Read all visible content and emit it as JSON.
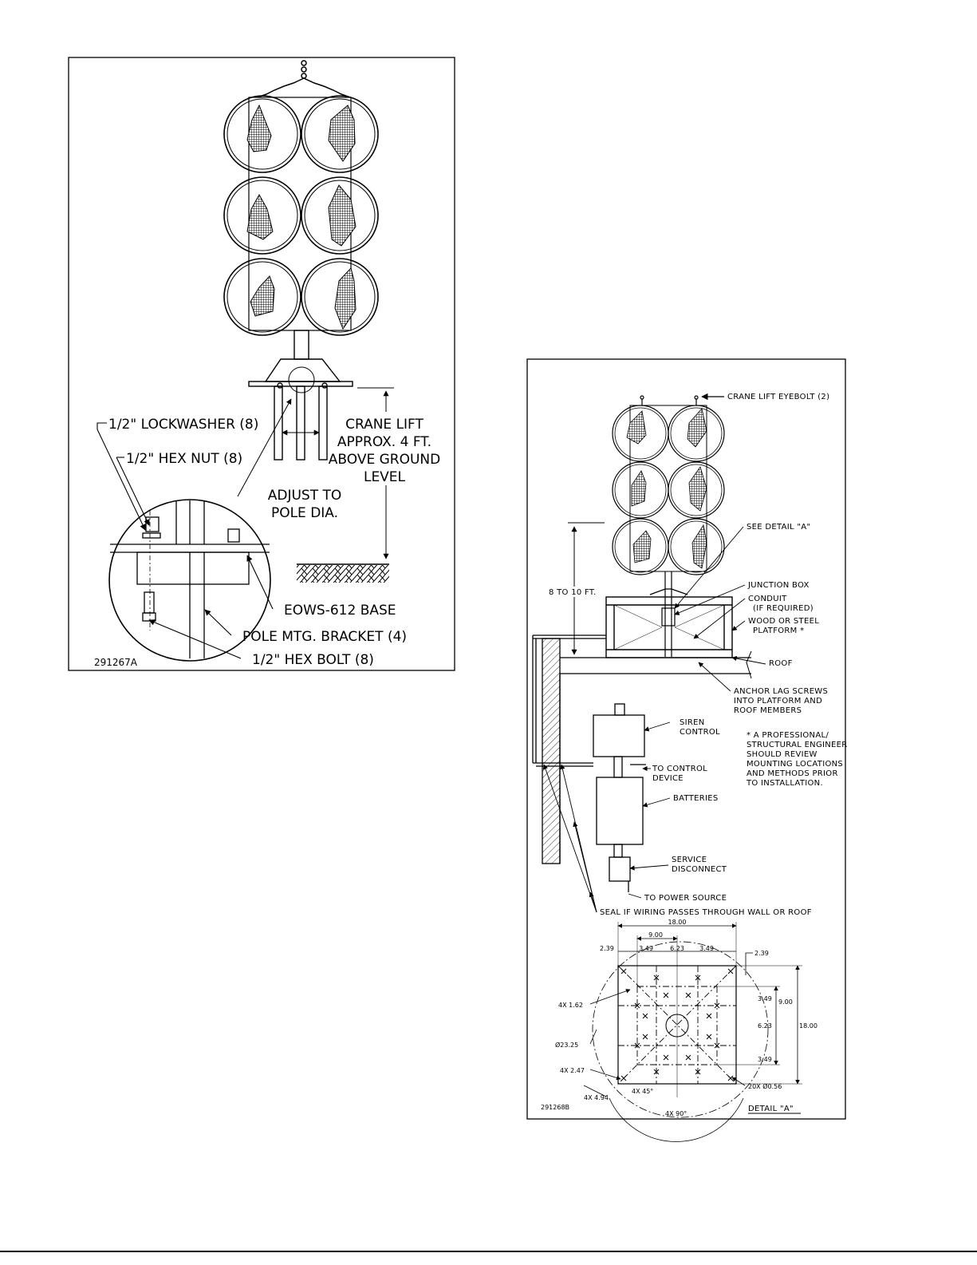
{
  "fig1": {
    "labels": {
      "lockwasher": "1/2\" LOCKWASHER (8)",
      "hex_nut": "1/2\" HEX NUT (8)",
      "crane1": "CRANE LIFT",
      "crane2": "APPROX. 4 FT.",
      "crane3": "ABOVE GROUND",
      "crane4": "LEVEL",
      "adjust1": "ADJUST TO",
      "adjust2": "POLE DIA.",
      "base": "EOWS-612 BASE",
      "bracket": "POLE MTG. BRACKET (4)",
      "bolt": "1/2\" HEX BOLT (8)"
    },
    "drawing_id": "291267A"
  },
  "fig2": {
    "labels": {
      "eyebolt": "CRANE LIFT EYEBOLT (2)",
      "detail_ref": "SEE DETAIL \"A\"",
      "junction": "JUNCTION BOX",
      "conduit1": "CONDUIT",
      "conduit2": "(IF REQUIRED)",
      "platform1": "WOOD OR STEEL",
      "platform2": "PLATFORM *",
      "height": "8 TO 10 FT.",
      "roof": "ROOF",
      "lag1": "ANCHOR LAG SCREWS",
      "lag2": "INTO PLATFORM AND",
      "lag3": "ROOF MEMBERS",
      "siren1": "SIREN",
      "siren2": "CONTROL",
      "control1": "TO CONTROL",
      "control2": "DEVICE",
      "batteries": "BATTERIES",
      "service1": "SERVICE",
      "service2": "DISCONNECT",
      "power": "TO POWER SOURCE",
      "seal": "SEAL IF WIRING PASSES THROUGH WALL OR ROOF",
      "note1": "* A PROFESSIONAL/",
      "note2": "STRUCTURAL ENGINEER",
      "note3": "SHOULD REVIEW",
      "note4": "MOUNTING LOCATIONS",
      "note5": "AND METHODS PRIOR",
      "note6": "TO INSTALLATION."
    },
    "detail": {
      "d_18_top": "18.00",
      "d_9_top": "9.00",
      "d_239_left": "2.39",
      "d_349_a": "3.49",
      "d_623_top": "6.23",
      "d_349_b": "3.49",
      "d_239_right": "2.39",
      "d_349_r1": "3.49",
      "d_9_right": "9.00",
      "d_623_right": "6.23",
      "d_18_right": "18.00",
      "d_349_r2": "3.49",
      "d_4x162": "4X 1.62",
      "d_dia2325": "Ø23.25",
      "d_4x247": "4X 2.47",
      "d_4x494": "4X 4.94",
      "d_4x45": "4X 45°",
      "d_4x90": "4X 90°",
      "d_20x": "20X Ø0.56",
      "title": "DETAIL \"A\""
    },
    "drawing_id": "291268B"
  }
}
